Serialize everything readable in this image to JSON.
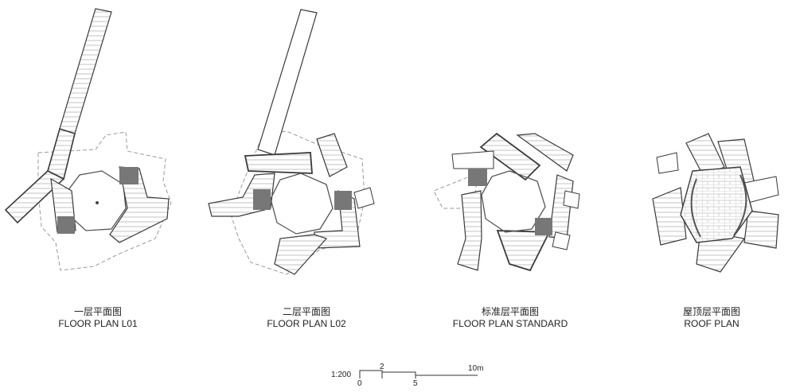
{
  "plans": [
    {
      "cn": "一层平面图",
      "en": "FLOOR PLAN L01"
    },
    {
      "cn": "二层平面图",
      "en": "FLOOR PLAN L02"
    },
    {
      "cn": "标准层平面图",
      "en": "FLOOR PLAN STANDARD"
    },
    {
      "cn": "屋顶层平面图",
      "en": "ROOF PLAN"
    }
  ],
  "scale_bar": {
    "ratio": "1:200",
    "ticks": [
      "0",
      "2",
      "5",
      "10m"
    ]
  },
  "colors": {
    "line": "#3a3a3a",
    "core": "#777777",
    "dashed": "#9a9a9a"
  }
}
